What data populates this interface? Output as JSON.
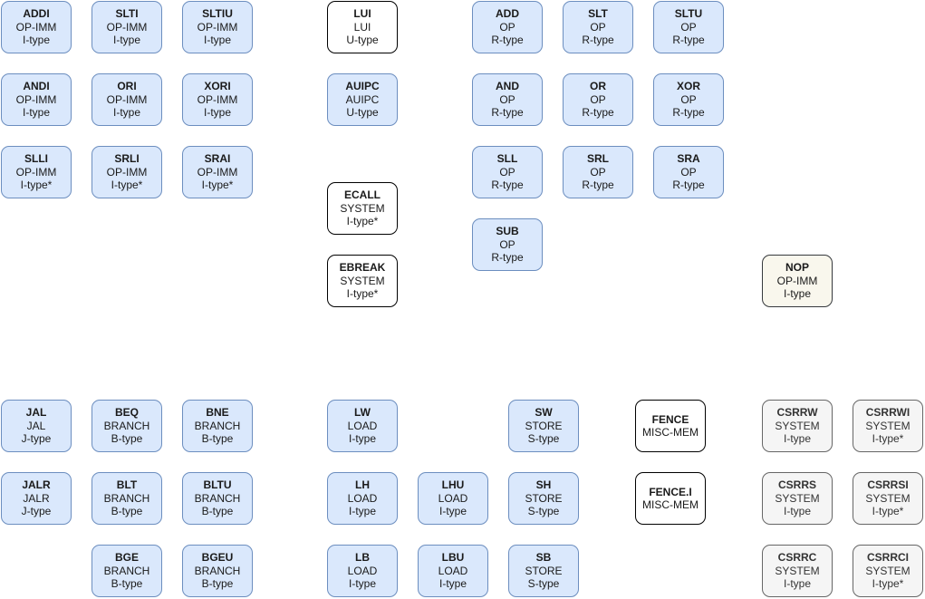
{
  "colors": {
    "blue_fill": "#dae8fc",
    "blue_stroke": "#6c8ebf",
    "white_fill": "#ffffff",
    "white_stroke": "#000000",
    "cream_fill": "#f9f7ed",
    "cream_stroke": "#36393d",
    "gray_fill": "#f5f5f5",
    "gray_stroke": "#666666"
  },
  "instructions": [
    {
      "mnemonic": "ADDI",
      "opcode": "OP-IMM",
      "format": "I-type",
      "style": "blue"
    },
    {
      "mnemonic": "SLTI",
      "opcode": "OP-IMM",
      "format": "I-type",
      "style": "blue"
    },
    {
      "mnemonic": "SLTIU",
      "opcode": "OP-IMM",
      "format": "I-type",
      "style": "blue"
    },
    {
      "mnemonic": "LUI",
      "opcode": "LUI",
      "format": "U-type",
      "style": "white"
    },
    {
      "mnemonic": "ADD",
      "opcode": "OP",
      "format": "R-type",
      "style": "blue"
    },
    {
      "mnemonic": "SLT",
      "opcode": "OP",
      "format": "R-type",
      "style": "blue"
    },
    {
      "mnemonic": "SLTU",
      "opcode": "OP",
      "format": "R-type",
      "style": "blue"
    },
    {
      "mnemonic": "ANDI",
      "opcode": "OP-IMM",
      "format": "I-type",
      "style": "blue"
    },
    {
      "mnemonic": "ORI",
      "opcode": "OP-IMM",
      "format": "I-type",
      "style": "blue"
    },
    {
      "mnemonic": "XORI",
      "opcode": "OP-IMM",
      "format": "I-type",
      "style": "blue"
    },
    {
      "mnemonic": "AUIPC",
      "opcode": "AUIPC",
      "format": "U-type",
      "style": "blue"
    },
    {
      "mnemonic": "AND",
      "opcode": "OP",
      "format": "R-type",
      "style": "blue"
    },
    {
      "mnemonic": "OR",
      "opcode": "OP",
      "format": "R-type",
      "style": "blue"
    },
    {
      "mnemonic": "XOR",
      "opcode": "OP",
      "format": "R-type",
      "style": "blue"
    },
    {
      "mnemonic": "SLLI",
      "opcode": "OP-IMM",
      "format": "I-type*",
      "style": "blue"
    },
    {
      "mnemonic": "SRLI",
      "opcode": "OP-IMM",
      "format": "I-type*",
      "style": "blue"
    },
    {
      "mnemonic": "SRAI",
      "opcode": "OP-IMM",
      "format": "I-type*",
      "style": "blue"
    },
    {
      "mnemonic": "SLL",
      "opcode": "OP",
      "format": "R-type",
      "style": "blue"
    },
    {
      "mnemonic": "SRL",
      "opcode": "OP",
      "format": "R-type",
      "style": "blue"
    },
    {
      "mnemonic": "SRA",
      "opcode": "OP",
      "format": "R-type",
      "style": "blue"
    },
    {
      "mnemonic": "ECALL",
      "opcode": "SYSTEM",
      "format": "I-type*",
      "style": "white"
    },
    {
      "mnemonic": "SUB",
      "opcode": "OP",
      "format": "R-type",
      "style": "blue"
    },
    {
      "mnemonic": "EBREAK",
      "opcode": "SYSTEM",
      "format": "I-type*",
      "style": "white"
    },
    {
      "mnemonic": "NOP",
      "opcode": "OP-IMM",
      "format": "I-type",
      "style": "cream"
    },
    {
      "mnemonic": "JAL",
      "opcode": "JAL",
      "format": "J-type",
      "style": "blue"
    },
    {
      "mnemonic": "BEQ",
      "opcode": "BRANCH",
      "format": "B-type",
      "style": "blue"
    },
    {
      "mnemonic": "BNE",
      "opcode": "BRANCH",
      "format": "B-type",
      "style": "blue"
    },
    {
      "mnemonic": "LW",
      "opcode": "LOAD",
      "format": "I-type",
      "style": "blue"
    },
    {
      "mnemonic": "SW",
      "opcode": "STORE",
      "format": "S-type",
      "style": "blue"
    },
    {
      "mnemonic": "FENCE",
      "opcode": "MISC-MEM",
      "format": "",
      "style": "white"
    },
    {
      "mnemonic": "CSRRW",
      "opcode": "SYSTEM",
      "format": "I-type",
      "style": "gray"
    },
    {
      "mnemonic": "CSRRWI",
      "opcode": "SYSTEM",
      "format": "I-type*",
      "style": "gray"
    },
    {
      "mnemonic": "JALR",
      "opcode": "JALR",
      "format": "J-type",
      "style": "blue"
    },
    {
      "mnemonic": "BLT",
      "opcode": "BRANCH",
      "format": "B-type",
      "style": "blue"
    },
    {
      "mnemonic": "BLTU",
      "opcode": "BRANCH",
      "format": "B-type",
      "style": "blue"
    },
    {
      "mnemonic": "LH",
      "opcode": "LOAD",
      "format": "I-type",
      "style": "blue"
    },
    {
      "mnemonic": "LHU",
      "opcode": "LOAD",
      "format": "I-type",
      "style": "blue"
    },
    {
      "mnemonic": "SH",
      "opcode": "STORE",
      "format": "S-type",
      "style": "blue"
    },
    {
      "mnemonic": "FENCE.I",
      "opcode": "MISC-MEM",
      "format": "",
      "style": "white"
    },
    {
      "mnemonic": "CSRRS",
      "opcode": "SYSTEM",
      "format": "I-type",
      "style": "gray"
    },
    {
      "mnemonic": "CSRRSI",
      "opcode": "SYSTEM",
      "format": "I-type*",
      "style": "gray"
    },
    {
      "mnemonic": "BGE",
      "opcode": "BRANCH",
      "format": "B-type",
      "style": "blue"
    },
    {
      "mnemonic": "BGEU",
      "opcode": "BRANCH",
      "format": "B-type",
      "style": "blue"
    },
    {
      "mnemonic": "LB",
      "opcode": "LOAD",
      "format": "I-type",
      "style": "blue"
    },
    {
      "mnemonic": "LBU",
      "opcode": "LOAD",
      "format": "I-type",
      "style": "blue"
    },
    {
      "mnemonic": "SB",
      "opcode": "STORE",
      "format": "S-type",
      "style": "blue"
    },
    {
      "mnemonic": "CSRRC",
      "opcode": "SYSTEM",
      "format": "I-type",
      "style": "gray"
    },
    {
      "mnemonic": "CSRRCI",
      "opcode": "SYSTEM",
      "format": "I-type*",
      "style": "gray"
    }
  ]
}
